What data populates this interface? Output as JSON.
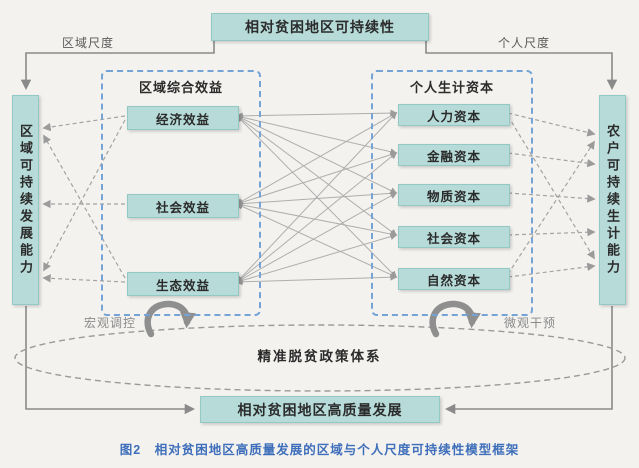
{
  "top_box": "相对贫困地区可持续性",
  "scale_labels": {
    "left": "区域尺度",
    "right": "个人尺度"
  },
  "pillars": {
    "left": "区域可持续发展能力",
    "right": "农户可持续生计能力"
  },
  "benefits_group": {
    "title": "区域综合效益",
    "items": [
      "经济效益",
      "社会效益",
      "生态效益"
    ]
  },
  "capitals_group": {
    "title": "个人生计资本",
    "items": [
      "人力资本",
      "金融资本",
      "物质资本",
      "社会资本",
      "自然资本"
    ]
  },
  "policy": {
    "left_label": "宏观调控",
    "right_label": "微观干预",
    "ellipse_text": "精准脱贫政策体系"
  },
  "bottom_box": "相对贫困地区高质量发展",
  "caption": "图2　相对贫困地区高质量发展的区域与个人尺度可持续性模型框架",
  "colors": {
    "box_fill": "#b6dbd8",
    "box_border": "#94c8c4",
    "group_border": "#76a3d6",
    "arrow": "#9b9b9b",
    "caption_text": "#3f6fba",
    "background": "#f3f2ef"
  }
}
